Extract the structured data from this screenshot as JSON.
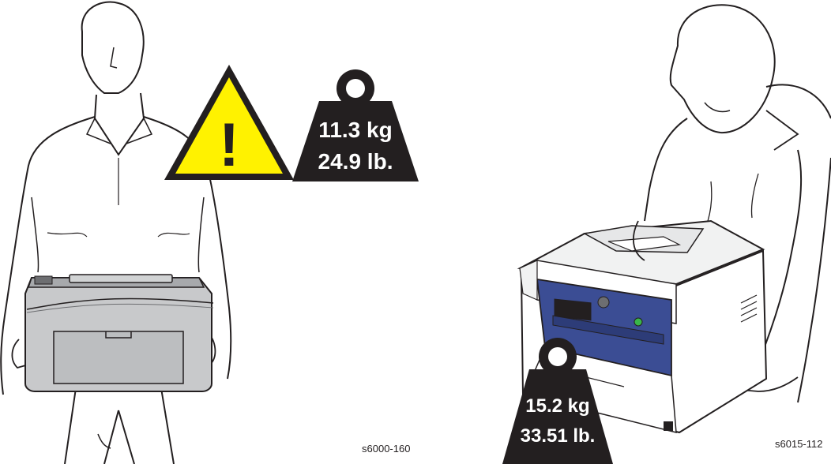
{
  "left_figure": {
    "weight_kg": "11.3 kg",
    "weight_lb": "24.9 lb.",
    "figure_id": "s6000-160",
    "warning_symbol": "!",
    "icons": [
      "warning-triangle-icon",
      "weight-icon"
    ],
    "colors": {
      "warning_yellow": "#fff200",
      "weight_black": "#231f20",
      "printer_gray": "#c8c9cb"
    }
  },
  "right_figure": {
    "weight_kg": "15.2 kg",
    "weight_lb": "33.51 lb.",
    "figure_id": "s6015-112",
    "icons": [
      "weight-icon"
    ],
    "colors": {
      "panel_blue": "#3b4d94",
      "weight_black": "#231f20"
    }
  }
}
